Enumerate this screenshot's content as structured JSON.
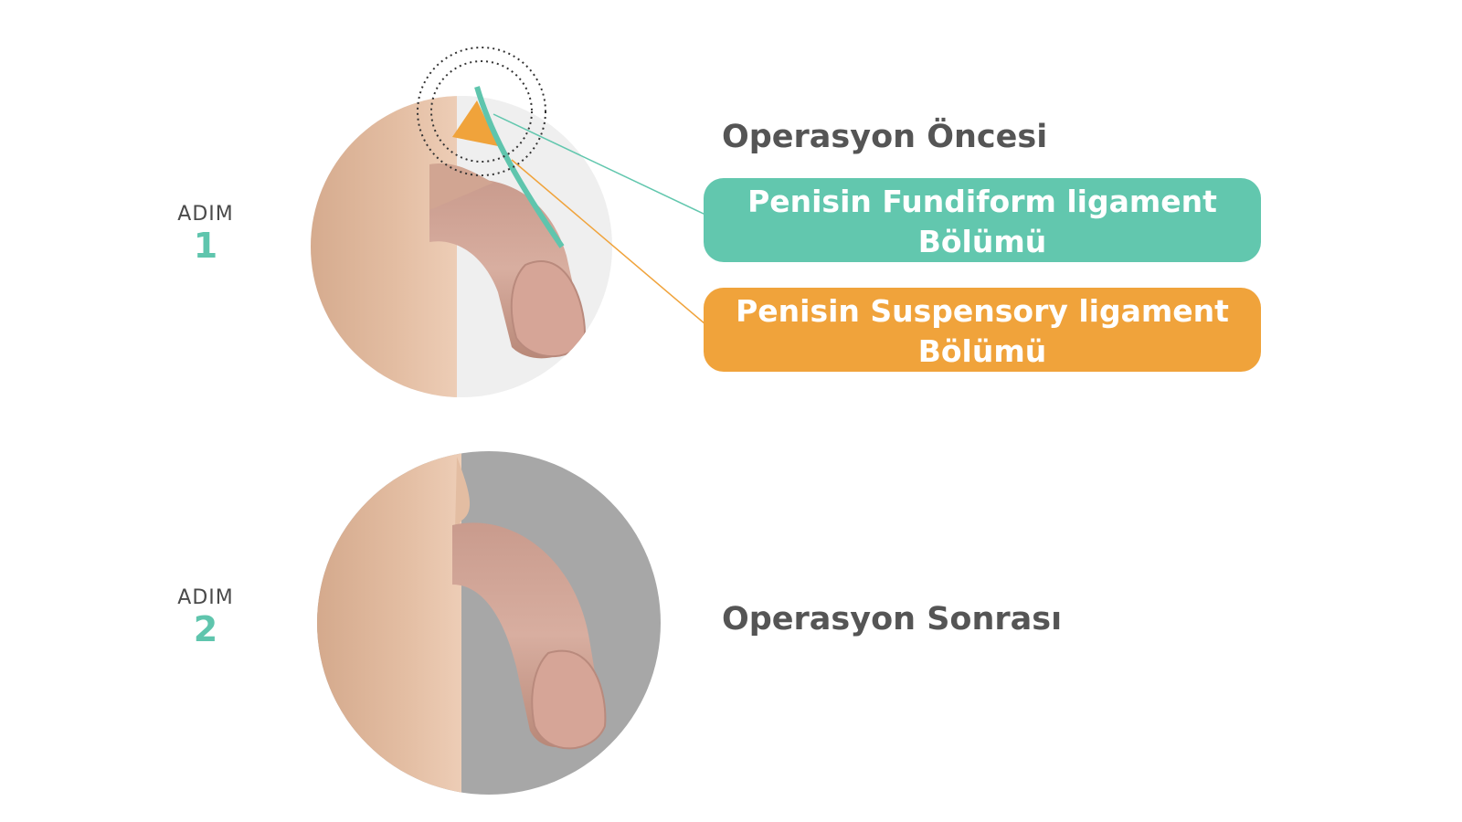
{
  "steps": [
    {
      "word": "ADIM",
      "number": "1"
    },
    {
      "word": "ADIM",
      "number": "2"
    }
  ],
  "pre_operation": {
    "heading": "Operasyon Öncesi",
    "callouts": [
      {
        "text_line1": "Penisin Fundiform ligament",
        "text_line2": "Bölümü",
        "color": "#62c7ae"
      },
      {
        "text_line1": "Penisin Suspensory ligament",
        "text_line2": "Bölümü",
        "color": "#f0a33b"
      }
    ]
  },
  "post_operation": {
    "heading": "Operasyon Sonrası"
  },
  "colors": {
    "accent": "#5fc5ad",
    "teal": "#62c7ae",
    "orange": "#f0a33b",
    "text": "#555555",
    "skin": "#e8c3a7",
    "backdrop_gray": "#a7a7a7"
  }
}
